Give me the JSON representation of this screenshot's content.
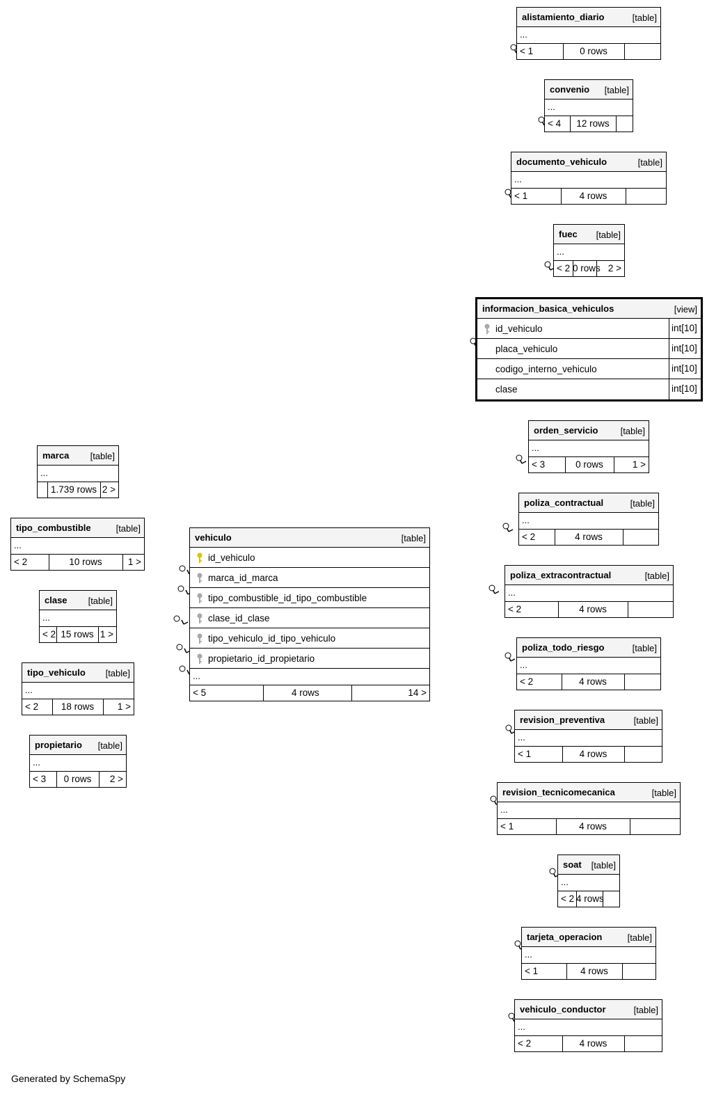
{
  "diagram": {
    "type_table": "[table]",
    "type_view": "[view]",
    "ellipsis": "...",
    "generated_by": "Generated by SchemaSpy"
  },
  "center": {
    "name": "vehiculo",
    "type": "[table]",
    "columns": [
      {
        "name": "id_vehiculo",
        "key": "primary"
      },
      {
        "name": "marca_id_marca",
        "key": "foreign"
      },
      {
        "name": "tipo_combustible_id_tipo_combustible",
        "key": "foreign"
      },
      {
        "name": "clase_id_clase",
        "key": "foreign"
      },
      {
        "name": "tipo_vehiculo_id_tipo_vehiculo",
        "key": "foreign"
      },
      {
        "name": "propietario_id_propietario",
        "key": "foreign"
      }
    ],
    "footer": {
      "parents": "< 5",
      "rows": "4 rows",
      "children": "14 >"
    }
  },
  "parents": [
    {
      "name": "marca",
      "parents": "",
      "rows": "1.739 rows",
      "children": "2 >"
    },
    {
      "name": "tipo_combustible",
      "parents": "< 2",
      "rows": "10 rows",
      "children": "1 >"
    },
    {
      "name": "clase",
      "parents": "< 2",
      "rows": "15 rows",
      "children": "1 >"
    },
    {
      "name": "tipo_vehiculo",
      "parents": "< 2",
      "rows": "18 rows",
      "children": "1 >"
    },
    {
      "name": "propietario",
      "parents": "< 3",
      "rows": "0 rows",
      "children": "2 >"
    }
  ],
  "children": [
    {
      "name": "alistamiento_diario",
      "parents": "< 1",
      "rows": "0 rows",
      "children": ""
    },
    {
      "name": "convenio",
      "parents": "< 4",
      "rows": "12 rows",
      "children": ""
    },
    {
      "name": "documento_vehiculo",
      "parents": "< 1",
      "rows": "4 rows",
      "children": ""
    },
    {
      "name": "fuec",
      "parents": "< 2",
      "rows": "0 rows",
      "children": "2 >"
    },
    {
      "name": "orden_servicio",
      "parents": "< 3",
      "rows": "0 rows",
      "children": "1 >"
    },
    {
      "name": "poliza_contractual",
      "parents": "< 2",
      "rows": "4 rows",
      "children": ""
    },
    {
      "name": "poliza_extracontractual",
      "parents": "< 2",
      "rows": "4 rows",
      "children": ""
    },
    {
      "name": "poliza_todo_riesgo",
      "parents": "< 2",
      "rows": "4 rows",
      "children": ""
    },
    {
      "name": "revision_preventiva",
      "parents": "< 1",
      "rows": "4 rows",
      "children": ""
    },
    {
      "name": "revision_tecnicomecanica",
      "parents": "< 1",
      "rows": "4 rows",
      "children": ""
    },
    {
      "name": "soat",
      "parents": "< 2",
      "rows": "4 rows",
      "children": ""
    },
    {
      "name": "tarjeta_operacion",
      "parents": "< 1",
      "rows": "4 rows",
      "children": ""
    },
    {
      "name": "vehiculo_conductor",
      "parents": "< 2",
      "rows": "4 rows",
      "children": ""
    }
  ],
  "view": {
    "name": "informacion_basica_vehiculos",
    "type": "[view]",
    "columns": [
      {
        "name": "id_vehiculo",
        "type": "int[10]",
        "key": "foreign"
      },
      {
        "name": "placa_vehiculo",
        "type": "int[10]",
        "key": ""
      },
      {
        "name": "codigo_interno_vehiculo",
        "type": "int[10]",
        "key": ""
      },
      {
        "name": "clase",
        "type": "int[10]",
        "key": ""
      }
    ]
  }
}
